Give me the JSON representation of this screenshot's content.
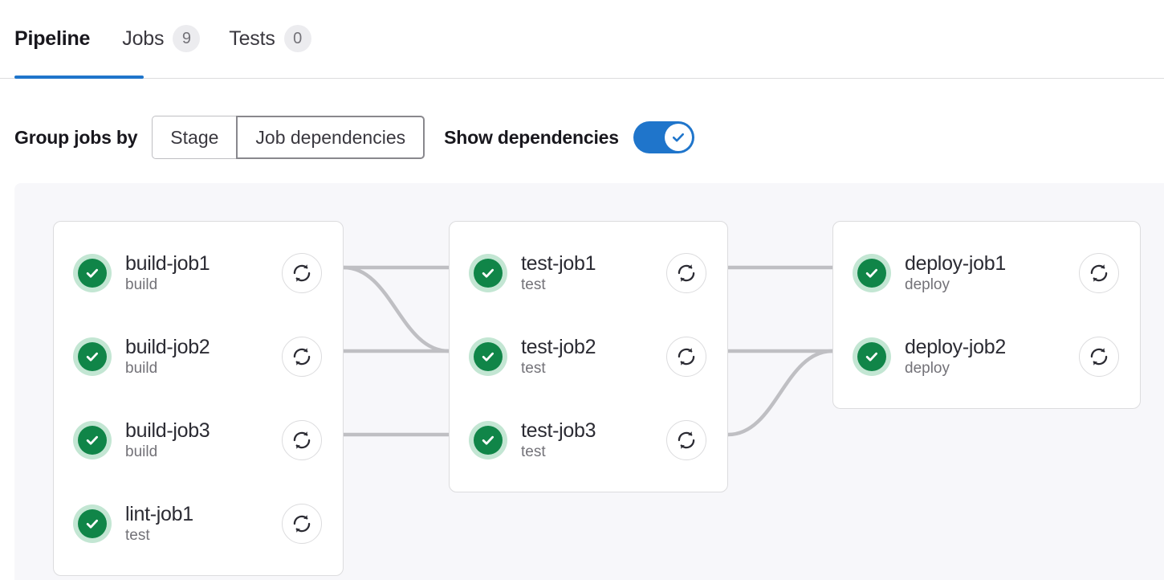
{
  "tabs": [
    {
      "label": "Pipeline",
      "badge": null,
      "active": true,
      "name": "tab-pipeline"
    },
    {
      "label": "Jobs",
      "badge": "9",
      "active": false,
      "name": "tab-jobs"
    },
    {
      "label": "Tests",
      "badge": "0",
      "active": false,
      "name": "tab-tests"
    }
  ],
  "controls": {
    "group_label": "Group jobs by",
    "segments": [
      {
        "label": "Stage",
        "selected": false
      },
      {
        "label": "Job dependencies",
        "selected": true
      }
    ],
    "show_dependencies_label": "Show dependencies",
    "show_dependencies_on": true
  },
  "columns": [
    {
      "name": "build-column",
      "jobs": [
        {
          "name": "build-job1",
          "stage": "build",
          "status": "success",
          "retry_icon": "retry-icon"
        },
        {
          "name": "build-job2",
          "stage": "build",
          "status": "success",
          "retry_icon": "retry-icon"
        },
        {
          "name": "build-job3",
          "stage": "build",
          "status": "success",
          "retry_icon": "retry-icon"
        },
        {
          "name": "lint-job1",
          "stage": "test",
          "status": "success",
          "retry_icon": "retry-icon"
        }
      ]
    },
    {
      "name": "test-column",
      "jobs": [
        {
          "name": "test-job1",
          "stage": "test",
          "status": "success",
          "retry_icon": "retry-icon"
        },
        {
          "name": "test-job2",
          "stage": "test",
          "status": "success",
          "retry_icon": "retry-icon"
        },
        {
          "name": "test-job3",
          "stage": "test",
          "status": "success",
          "retry_icon": "retry-icon"
        }
      ]
    },
    {
      "name": "deploy-column",
      "jobs": [
        {
          "name": "deploy-job1",
          "stage": "deploy",
          "status": "success",
          "retry_icon": "retry-icon"
        },
        {
          "name": "deploy-job2",
          "stage": "deploy",
          "status": "success",
          "retry_icon": "retry-icon"
        }
      ]
    }
  ],
  "colors": {
    "accent": "#1f75cb",
    "success": "#108548",
    "success_halo": "#c3e6d3",
    "link": "#bfbfc3",
    "canvas": "#f7f7fa",
    "border": "#dcdcde",
    "text": "#2b2b33",
    "muted": "#737278"
  }
}
